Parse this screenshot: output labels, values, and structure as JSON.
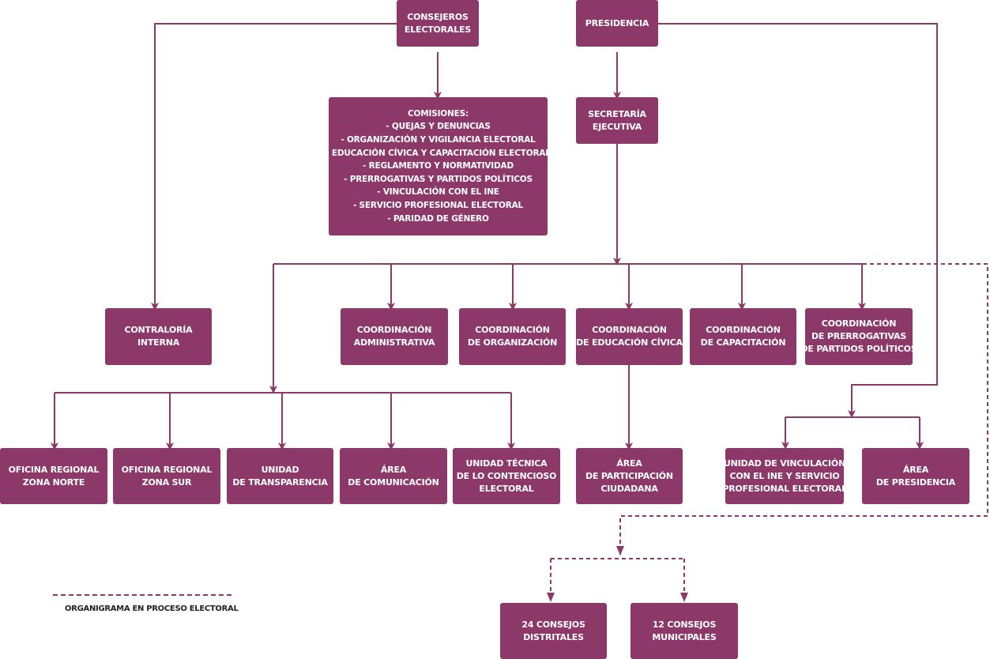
{
  "colors": {
    "box": "#8c3868",
    "text": "#ffffff",
    "line": "#8c3868"
  },
  "nodes": {
    "consejeros": [
      "CONSEJEROS",
      "ELECTORALES"
    ],
    "presidencia": [
      "PRESIDENCIA"
    ],
    "comisiones": [
      "COMISIONES:",
      "- QUEJAS Y DENUNCIAS",
      "- ORGANIZACIÓN Y VIGILANCIA ELECTORAL",
      "- EDUCACIÓN CÍVICA Y CAPACITACIÓN ELECTORAL",
      "- REGLAMENTO Y NORMATIVIDAD",
      "- PRERROGATIVAS Y PARTIDOS POLÍTICOS",
      "- VINCULACIÓN CON EL INE",
      "- SERVICIO PROFESIONAL ELECTORAL",
      "- PARIDAD DE GÉNERO"
    ],
    "secretaria": [
      "SECRETARÍA",
      "EJECUTIVA"
    ],
    "contraloria": [
      "CONTRALORÍA",
      "INTERNA"
    ],
    "coord_admin": [
      "COORDINACIÓN",
      "ADMINISTRATIVA"
    ],
    "coord_org": [
      "COORDINACIÓN",
      "DE ORGANIZACIÓN"
    ],
    "coord_edu": [
      "COORDINACIÓN",
      "DE EDUCACIÓN CÍVICA"
    ],
    "coord_cap": [
      "COORDINACIÓN",
      "DE CAPACITACIÓN"
    ],
    "coord_prer": [
      "COORDINACIÓN",
      "DE PRERROGATIVAS",
      "DE PARTIDOS POLÍTICOS"
    ],
    "of_norte": [
      "OFICINA REGIONAL",
      "ZONA NORTE"
    ],
    "of_sur": [
      "OFICINA REGIONAL",
      "ZONA SUR"
    ],
    "transparencia": [
      "UNIDAD",
      "DE TRANSPARENCIA"
    ],
    "comunicacion": [
      "ÁREA",
      "DE COMUNICACIÓN"
    ],
    "contencioso": [
      "UNIDAD TÉCNICA",
      "DE LO CONTENCIOSO",
      "ELECTORAL"
    ],
    "participacion": [
      "ÁREA",
      "DE PARTICIPACIÓN",
      "CIUDADANA"
    ],
    "vinculacion": [
      "UNIDAD DE VINCULACIÓN",
      "CON EL INE Y SERVICIO",
      "PROFESIONAL ELECTORAL"
    ],
    "area_pres": [
      "ÁREA",
      "DE PRESIDENCIA"
    ],
    "distritales": [
      "24 CONSEJOS",
      "DISTRITALES"
    ],
    "municipales": [
      "12 CONSEJOS",
      "MUNICIPALES"
    ]
  },
  "legend": {
    "label": "ORGANIGRAMA EN PROCESO ELECTORAL"
  }
}
